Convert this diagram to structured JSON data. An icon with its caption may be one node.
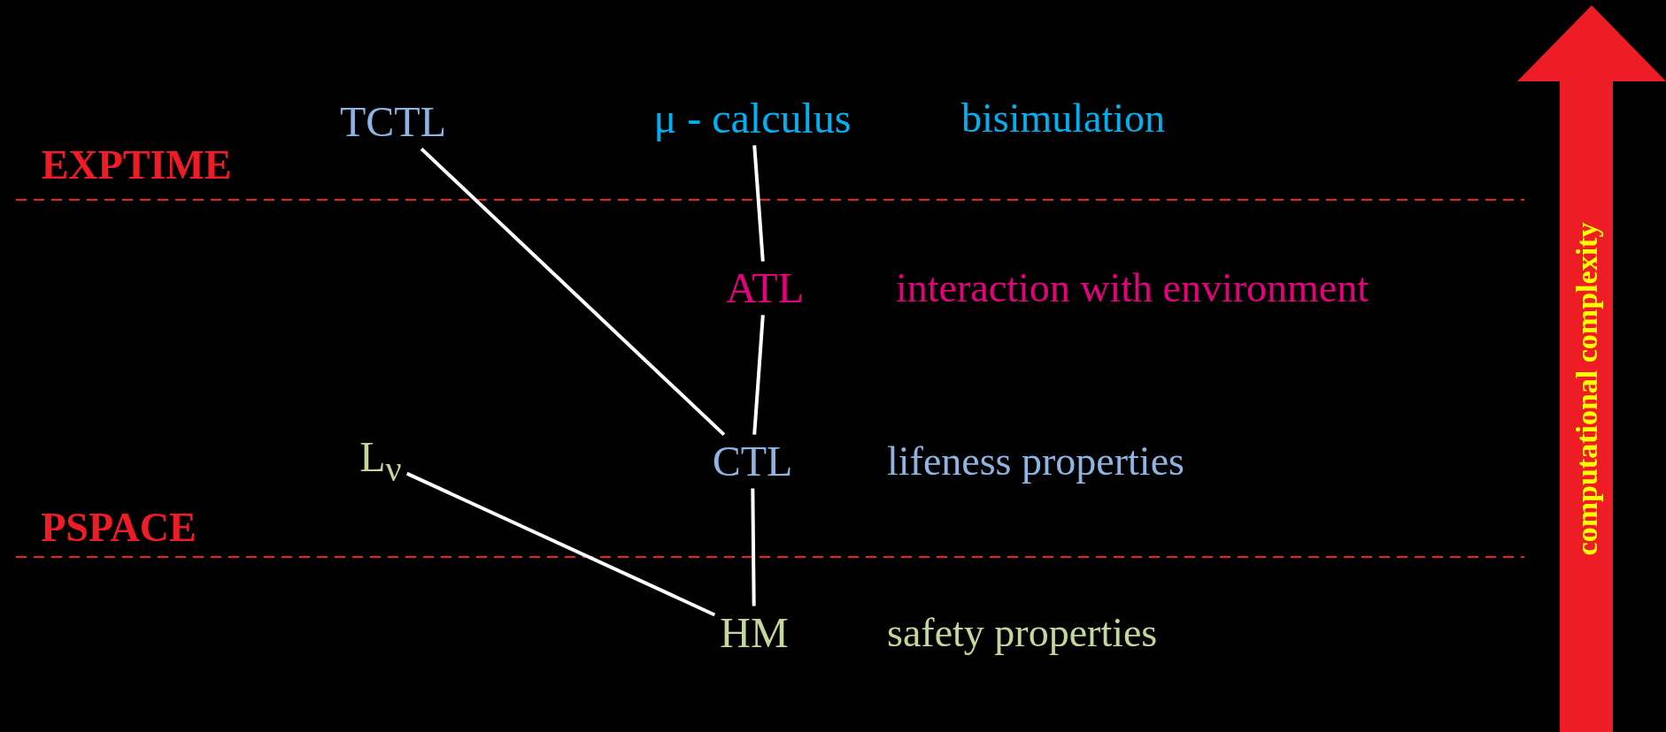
{
  "diagram": {
    "nodes": [
      {
        "text": [
          "TCTL"
        ]
      },
      {
        "text": [
          "μ - calculus"
        ],
        "beside": [
          "bisimulation"
        ]
      },
      {
        "text": [
          "ATL"
        ],
        "beside": [
          "interaction with environment"
        ]
      },
      {
        "text": [
          "CTL"
        ],
        "beside": [
          "lifeness properties"
        ]
      },
      {
        "text": [
          "L$_{ν}$"
        ]
      },
      {
        "text": [
          "HM"
        ],
        "beside": [
          "safety properties"
        ]
      }
    ],
    "edges": [
      {
        "from": 1,
        "to": 2,
        "arrow": "none"
      },
      {
        "from": 2,
        "to": 3,
        "arrow": "none"
      },
      {
        "from": 3,
        "to": 5,
        "arrow": "none"
      },
      {
        "from": 0,
        "to": 3,
        "arrow": "none"
      },
      {
        "from": 4,
        "to": 5,
        "arrow": "none"
      }
    ],
    "labels": [
      "EXPTIME",
      "PSPACE",
      "computational complexity"
    ]
  }
}
